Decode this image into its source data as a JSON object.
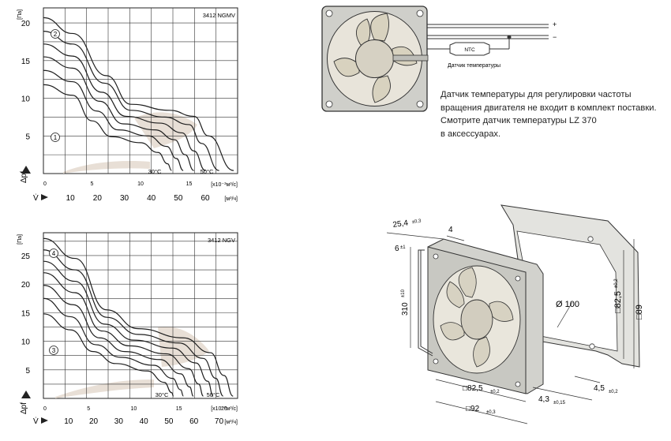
{
  "chart_data": [
    {
      "type": "line",
      "model": "3412 NGMV",
      "ylabel": "Δpf",
      "y_unit": "[Па]",
      "ylim": [
        0,
        22
      ],
      "y_ticks": [
        "5",
        "10",
        "15",
        "20"
      ],
      "x_ticks_upper": [
        "0",
        "5",
        "10",
        "15"
      ],
      "x_unit_upper": "[x10⁻³м³/c]",
      "xlabel": "V̇",
      "x_ticks_lower": [
        "10",
        "20",
        "30",
        "40",
        "50",
        "60"
      ],
      "x_unit_lower": "[м³/ч]",
      "xlim_upper": [
        0,
        20
      ],
      "curve_labels": [
        "2",
        "1"
      ],
      "temp_labels": [
        "30°C",
        "50°C"
      ],
      "series": [
        {
          "values": [
            [
              0,
              20.7
            ],
            [
              3,
              18.6
            ],
            [
              6.5,
              13
            ],
            [
              9,
              9.2
            ],
            [
              13,
              8.4
            ],
            [
              15.5,
              7.6
            ],
            [
              17,
              5
            ],
            [
              19.6,
              0.4
            ]
          ]
        },
        {
          "values": [
            [
              0,
              18.9
            ],
            [
              3,
              17.2
            ],
            [
              6.3,
              12
            ],
            [
              9,
              8.4
            ],
            [
              12.5,
              7.5
            ],
            [
              15,
              6.5
            ],
            [
              16.3,
              4
            ],
            [
              18.1,
              0.4
            ]
          ]
        },
        {
          "values": [
            [
              0,
              17.2
            ],
            [
              3,
              15.6
            ],
            [
              6,
              10.8
            ],
            [
              8.5,
              7.6
            ],
            [
              12,
              6.7
            ],
            [
              14.3,
              5.4
            ],
            [
              15.5,
              3
            ],
            [
              16.7,
              0.4
            ]
          ]
        },
        {
          "values": [
            [
              0,
              15.5
            ],
            [
              3,
              14
            ],
            [
              5.8,
              9.6
            ],
            [
              8.2,
              6.6
            ],
            [
              11.5,
              5.8
            ],
            [
              13.5,
              4.5
            ],
            [
              14.6,
              2.5
            ],
            [
              15.5,
              0.4
            ]
          ]
        },
        {
          "values": [
            [
              0,
              13.7
            ],
            [
              3,
              12.2
            ],
            [
              5.5,
              8.3
            ],
            [
              7.7,
              5.8
            ],
            [
              10.8,
              5
            ],
            [
              12.7,
              3.6
            ],
            [
              13.7,
              2
            ],
            [
              14.4,
              0.4
            ]
          ]
        },
        {
          "values": [
            [
              0,
              11.8
            ],
            [
              3,
              10.4
            ],
            [
              5,
              7
            ],
            [
              7,
              4.9
            ],
            [
              10,
              4.1
            ],
            [
              11.8,
              2.8
            ],
            [
              12.8,
              1.3
            ],
            [
              13.2,
              0.4
            ]
          ]
        }
      ]
    },
    {
      "type": "line",
      "model": "3412 NGV",
      "ylabel": "Δpf",
      "y_unit": "[Па]",
      "ylim": [
        0,
        29
      ],
      "y_ticks": [
        "5",
        "10",
        "15",
        "20",
        "25"
      ],
      "x_ticks_upper": [
        "0",
        "5",
        "10",
        "15",
        "20"
      ],
      "x_unit_upper": "[x10⁻³м³/c]",
      "xlabel": "V̇",
      "x_ticks_lower": [
        "10",
        "20",
        "30",
        "40",
        "50",
        "60",
        "70"
      ],
      "x_unit_lower": "[м³/ч]",
      "xlim_upper": [
        0,
        21.5
      ],
      "curve_labels": [
        "4",
        "3"
      ],
      "temp_labels": [
        "30°C",
        "50°C"
      ],
      "series": [
        {
          "values": [
            [
              0,
              28
            ],
            [
              3.5,
              24.5
            ],
            [
              7,
              15.5
            ],
            [
              10.5,
              12.2
            ],
            [
              15.5,
              10.6
            ],
            [
              18.5,
              8
            ],
            [
              20,
              4
            ],
            [
              21,
              0.4
            ]
          ]
        },
        {
          "values": [
            [
              0,
              26
            ],
            [
              3.5,
              22.5
            ],
            [
              7,
              14.2
            ],
            [
              10.5,
              11.2
            ],
            [
              15,
              9.7
            ],
            [
              17.7,
              7
            ],
            [
              19.1,
              3.5
            ],
            [
              19.9,
              0.4
            ]
          ]
        },
        {
          "values": [
            [
              0,
              24
            ],
            [
              3.5,
              20.5
            ],
            [
              6.8,
              13
            ],
            [
              10,
              10.2
            ],
            [
              14.3,
              8.8
            ],
            [
              16.9,
              6.2
            ],
            [
              18.2,
              3
            ],
            [
              18.8,
              0.4
            ]
          ]
        },
        {
          "values": [
            [
              0,
              22
            ],
            [
              3.5,
              18.5
            ],
            [
              6.5,
              11.8
            ],
            [
              9.5,
              9.2
            ],
            [
              13.6,
              7.8
            ],
            [
              16.1,
              5.2
            ],
            [
              17.2,
              2.5
            ],
            [
              17.7,
              0.4
            ]
          ]
        },
        {
          "values": [
            [
              0,
              19.8
            ],
            [
              3.3,
              16.4
            ],
            [
              6.2,
              10.6
            ],
            [
              9,
              8.2
            ],
            [
              12.9,
              6.8
            ],
            [
              15.2,
              4.3
            ],
            [
              16.2,
              2
            ],
            [
              16.6,
              0.4
            ]
          ]
        },
        {
          "values": [
            [
              0,
              17.5
            ],
            [
              3,
              14.3
            ],
            [
              5.8,
              9.4
            ],
            [
              8.5,
              7.2
            ],
            [
              12.2,
              5.8
            ],
            [
              14.3,
              3.5
            ],
            [
              15.2,
              1.5
            ],
            [
              15.5,
              0.4
            ]
          ]
        },
        {
          "values": [
            [
              0,
              14.8
            ],
            [
              3,
              12
            ],
            [
              5.5,
              8.2
            ],
            [
              8,
              6.1
            ],
            [
              11.5,
              4.8
            ],
            [
              13.4,
              2.8
            ],
            [
              14.2,
              1
            ],
            [
              14.4,
              0.4
            ]
          ]
        }
      ]
    }
  ],
  "schematic": {
    "plus": "+",
    "minus": "−",
    "ntc": "NTC",
    "sensor_caption": "Датчик температуры"
  },
  "note": {
    "line1": "Датчик температуры для регулировки частоты",
    "line2": "вращения двигателя не входит в комплект поставки.",
    "line3": "Смотрите датчик температуры LZ 370",
    "line4": "в аксессуарах."
  },
  "dimensions": {
    "d1": "25,4",
    "d1_tol": "±0,3",
    "d2": "4",
    "d3": "6",
    "d3_tol": "±1",
    "d4": "310",
    "d4_tol": "±10",
    "d5": "Ø 100",
    "d6": "□82,5",
    "d6_tol": "±0,2",
    "d7": "□89",
    "d8": "4,5",
    "d8_tol": "±0,2",
    "d9": "4,3",
    "d9_tol": "±0,15",
    "d10": "□82,5",
    "d10_tol": "±0,2",
    "d11": "□92",
    "d11_tol": "±0,3"
  }
}
